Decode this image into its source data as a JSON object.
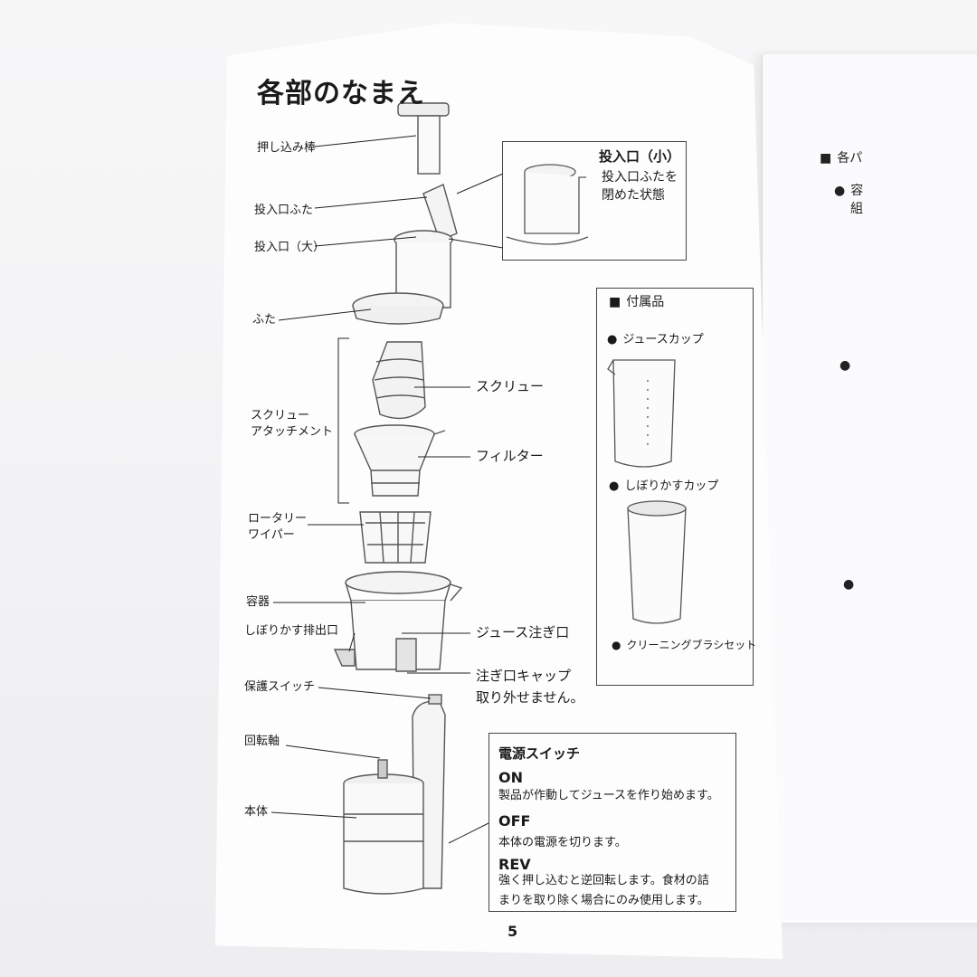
{
  "page_title": "各部のなまえ",
  "page_number": "5",
  "parts": {
    "pusher": "押し込み棒",
    "chute_lid": "投入口ふた",
    "large_chute": "投入口（大）",
    "lid": "ふた",
    "screw_attachment": [
      "スクリュー",
      "アタッチメント"
    ],
    "rotary_wiper": [
      "ロータリー",
      "ワイパー"
    ],
    "container": "容器",
    "pulp_outlet": "しぼりかす排出口",
    "safety_switch": "保護スイッチ",
    "rotating_shaft": "回転軸",
    "main_body": "本体",
    "screw": "スクリュー",
    "filter": "フィルター",
    "juice_spout": "ジュース注ぎ口",
    "spout_cap": "注ぎ口キャップ",
    "spout_cap_note": "取り外せません。"
  },
  "small_chute_box": {
    "title": "投入口（小）",
    "desc_line1": "投入口ふたを",
    "desc_line2": "閉めた状態"
  },
  "accessories": {
    "heading": "付属品",
    "items": [
      "ジュースカップ",
      "しぼりかすカップ",
      "クリーニングブラシセット"
    ]
  },
  "power_switch": {
    "heading": "電源スイッチ",
    "on_label": "ON",
    "on_desc": "製品が作動してジュースを作り始めます。",
    "off_label": "OFF",
    "off_desc": "本体の電源を切ります。",
    "rev_label": "REV",
    "rev_desc_line1": "強く押し込むと逆回転します。食材の詰",
    "rev_desc_line2": "まりを取り除く場合にのみ使用します。"
  },
  "right_page": {
    "heading_fragment": "各パ",
    "line2": "容",
    "line3": "組"
  }
}
